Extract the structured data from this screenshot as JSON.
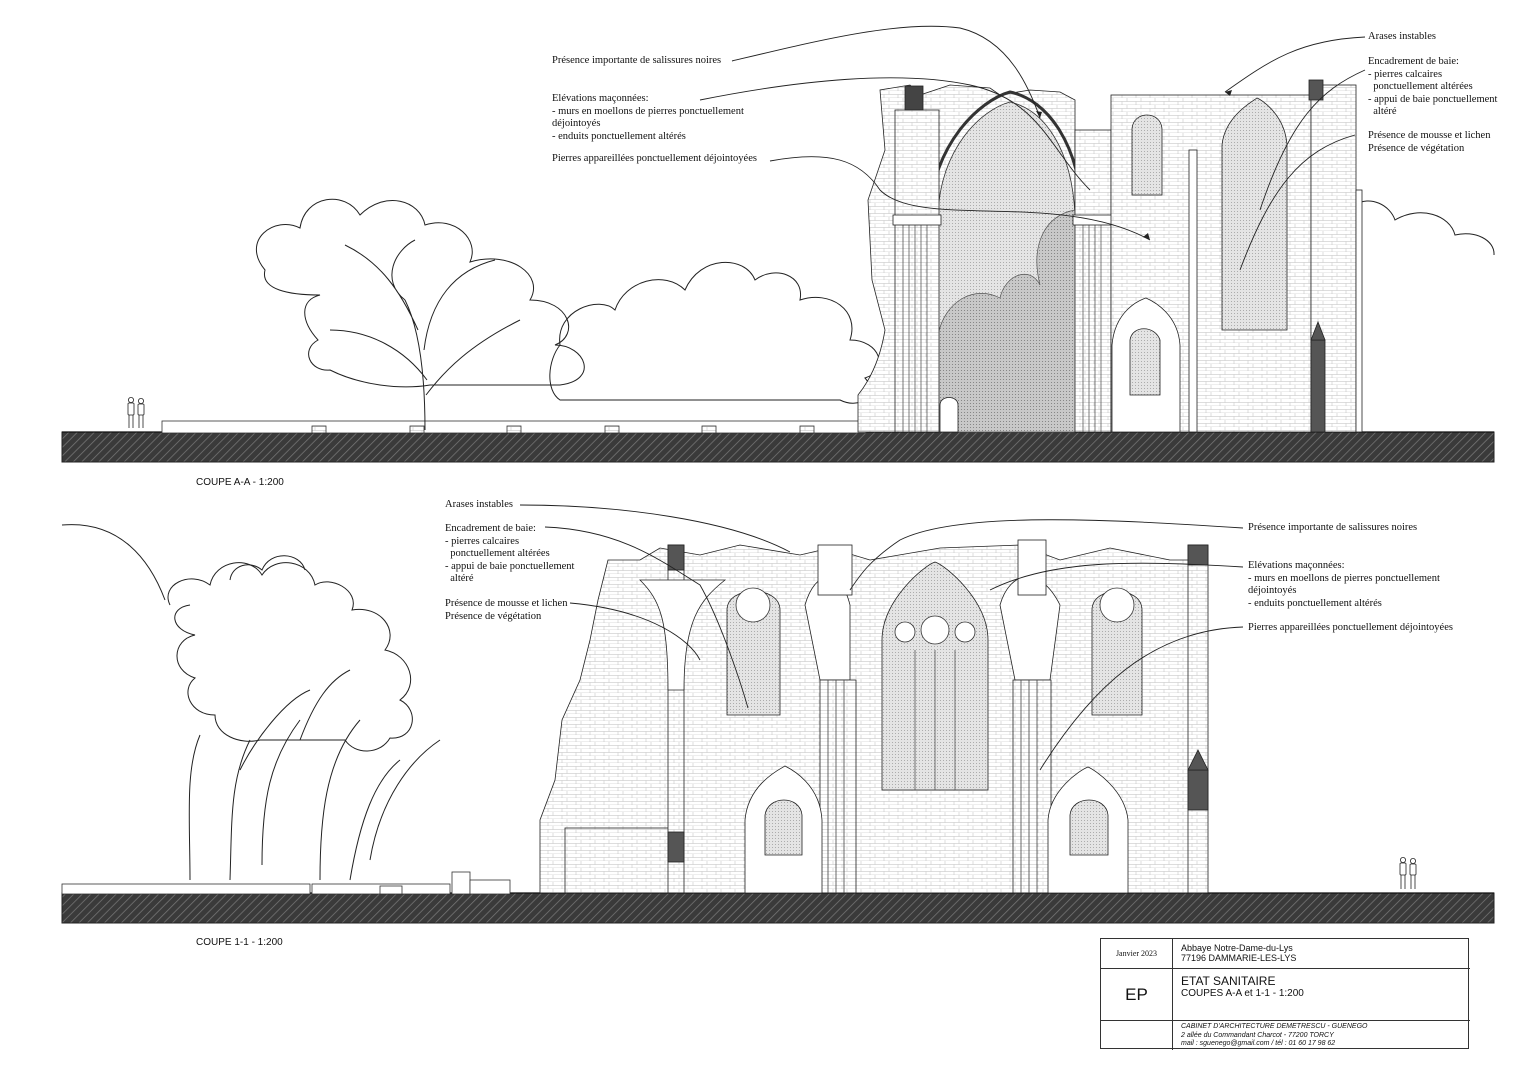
{
  "sections": [
    {
      "caption": "COUPE A-A - 1:200",
      "annotations": [
        "Présence importante de salissures noires",
        "Elévations maçonnées:\n- murs en moellons de pierres ponctuellement\ndéjointoyés\n- enduits ponctuellement altérés",
        "Pierres appareillées ponctuellement déjointoyées",
        "Arases instables",
        "Encadrement de baie:\n- pierres calcaires\n  ponctuellement altérées\n- appui de baie ponctuellement\n  altéré",
        "Présence de mousse et lichen\nPrésence de végétation"
      ]
    },
    {
      "caption": "COUPE 1-1 - 1:200",
      "annotations": [
        "Arases instables",
        "Encadrement de baie:\n- pierres calcaires\n  ponctuellement altérées\n- appui de baie ponctuellement\n  altéré",
        "Présence de mousse et lichen\nPrésence de végétation",
        "Présence importante de salissures noires",
        "Elévations maçonnées:\n- murs en moellons de pierres ponctuellement\ndéjointoyés\n- enduits ponctuellement altérés",
        "Pierres appareillées ponctuellement déjointoyées"
      ]
    }
  ],
  "title_block": {
    "date": "Janvier 2023",
    "project_line1": "Abbaye Notre-Dame-du-Lys",
    "project_line2": "77196 DAMMARIE-LES-LYS",
    "phase": "EP",
    "title": "ETAT SANITAIRE",
    "subtitle": "COUPES A-A et 1-1 - 1:200",
    "office_line1": "CABINET D'ARCHITECTURE DEMETRESCU - GUENEGO",
    "office_line2": "2 allée du Commandant Charcot - 77200 TORCY",
    "office_line3": "mail : sguenego@gmail.com / tél : 01 60 17 98 62"
  }
}
